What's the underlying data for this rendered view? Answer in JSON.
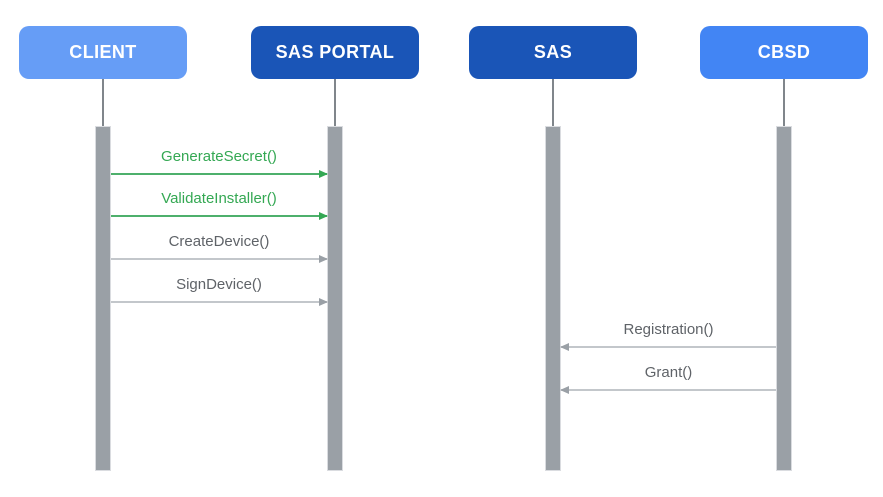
{
  "diagram": {
    "type": "sequence-diagram",
    "actors": [
      {
        "label": "CLIENT",
        "color": "#669DF6"
      },
      {
        "label": "SAS PORTAL",
        "color": "#1A55B7"
      },
      {
        "label": "SAS",
        "color": "#1A55B7"
      },
      {
        "label": "CBSD",
        "color": "#4285F4"
      }
    ],
    "messages": [
      {
        "label": "GenerateSecret()",
        "from": "CLIENT",
        "to": "SAS PORTAL",
        "direction": "right",
        "color": "#34A853"
      },
      {
        "label": "ValidateInstaller()",
        "from": "CLIENT",
        "to": "SAS PORTAL",
        "direction": "right",
        "color": "#34A853"
      },
      {
        "label": "CreateDevice()",
        "from": "CLIENT",
        "to": "SAS PORTAL",
        "direction": "right",
        "color": "#5F6368"
      },
      {
        "label": "SignDevice()",
        "from": "CLIENT",
        "to": "SAS PORTAL",
        "direction": "right",
        "color": "#5F6368"
      },
      {
        "label": "Registration()",
        "from": "CBSD",
        "to": "SAS",
        "direction": "left",
        "color": "#5F6368"
      },
      {
        "label": "Grant()",
        "from": "CBSD",
        "to": "SAS",
        "direction": "left",
        "color": "#5F6368"
      }
    ],
    "colors": {
      "background": "#FFFFFF",
      "actor_light_blue": "#669DF6",
      "actor_dark_blue": "#1A55B7",
      "actor_medium_blue": "#4285F4",
      "actor_text": "#FFFFFF",
      "lifeline_bar": "#9AA0A6",
      "lifeline_stem": "#80868B",
      "message_green": "#34A853",
      "message_gray_text": "#5F6368",
      "message_gray_line": "#C3C7CB"
    }
  }
}
